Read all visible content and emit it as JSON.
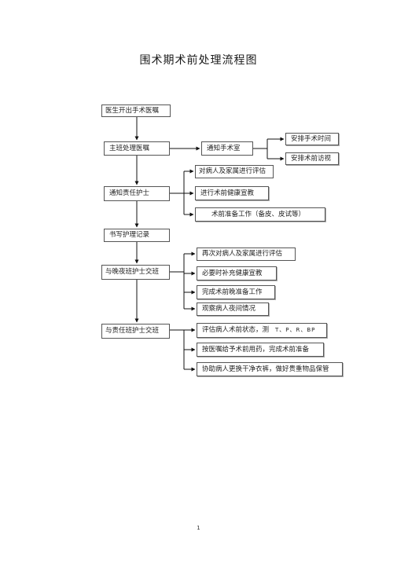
{
  "title": "围术期术前处理流程图",
  "nodes": {
    "doctor_order": "医生开出手术医嘱",
    "main_nurse": "主班处理医嘱",
    "notify_or": "通知手术室",
    "arrange_time": "安排手术时间",
    "arrange_visit": "安排术前访视",
    "assess_family": "对病人及家属进行评估",
    "notify_nurse": "通知责任护士",
    "health_edu": "进行术前健康宣教",
    "preop_prep": "术前准备工作（备皮、皮试等）",
    "nursing_record": "书写护理记录",
    "reassess": "再次对病人及家属进行评估",
    "night_handover": "与晚夜班护士交班",
    "extra_edu": "必要时补充健康宣教",
    "night_prep": "完成术前晚准备工作",
    "observe_night": "观察病人夜间情况",
    "duty_handover": "与责任班护士交班",
    "eval_state": "评估病人术前状态，测",
    "eval_vitals": "T、P、R、BP",
    "give_meds": "按医嘱给予术前用药，完成术前准备",
    "change_clothes": "协助病人更换干净衣裤，做好贵重物品保管"
  },
  "page_number": "1"
}
